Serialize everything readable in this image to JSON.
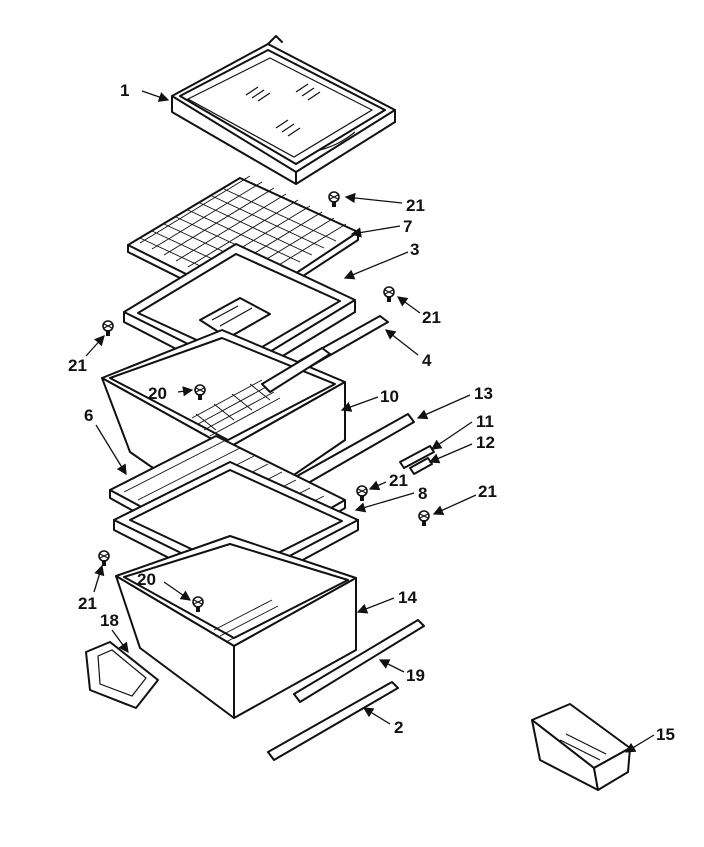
{
  "callouts": {
    "c1": "1",
    "c2": "2",
    "c3": "3",
    "c4": "4",
    "c6": "6",
    "c7": "7",
    "c8": "8",
    "c10": "10",
    "c11": "11",
    "c12": "12",
    "c13": "13",
    "c14": "14",
    "c15": "15",
    "c18": "18",
    "c19": "19",
    "c20a": "20",
    "c20b": "20",
    "c21a": "21",
    "c21b": "21",
    "c21c": "21",
    "c21d": "21",
    "c21e": "21",
    "c21f": "21"
  }
}
